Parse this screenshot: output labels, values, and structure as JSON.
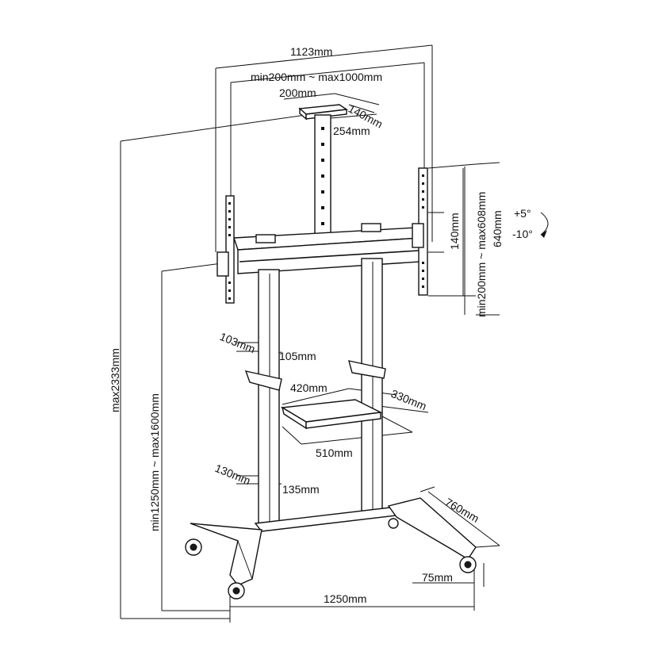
{
  "dimensions": {
    "overall_width": "1123mm",
    "vesa_range": "min200mm ~ max1000mm",
    "top_plate_width": "200mm",
    "top_plate_depth": "140mm",
    "top_plate_span": "254mm",
    "max_height": "max2333mm",
    "height_range": "min1250mm ~ max1600mm",
    "bracket_range": "min200mm ~ max608mm",
    "bracket_length": "640mm",
    "bracket_hole": "140mm",
    "tilt_up": "+5°",
    "tilt_down": "-10°",
    "clamp_upper_a": "103mm",
    "clamp_upper_b": "105mm",
    "shelf_width": "420mm",
    "shelf_depth": "330mm",
    "shelf_outer": "510mm",
    "clamp_lower_a": "130mm",
    "clamp_lower_b": "135mm",
    "base_depth": "760mm",
    "caster_offset": "75mm",
    "base_width": "1250mm"
  }
}
